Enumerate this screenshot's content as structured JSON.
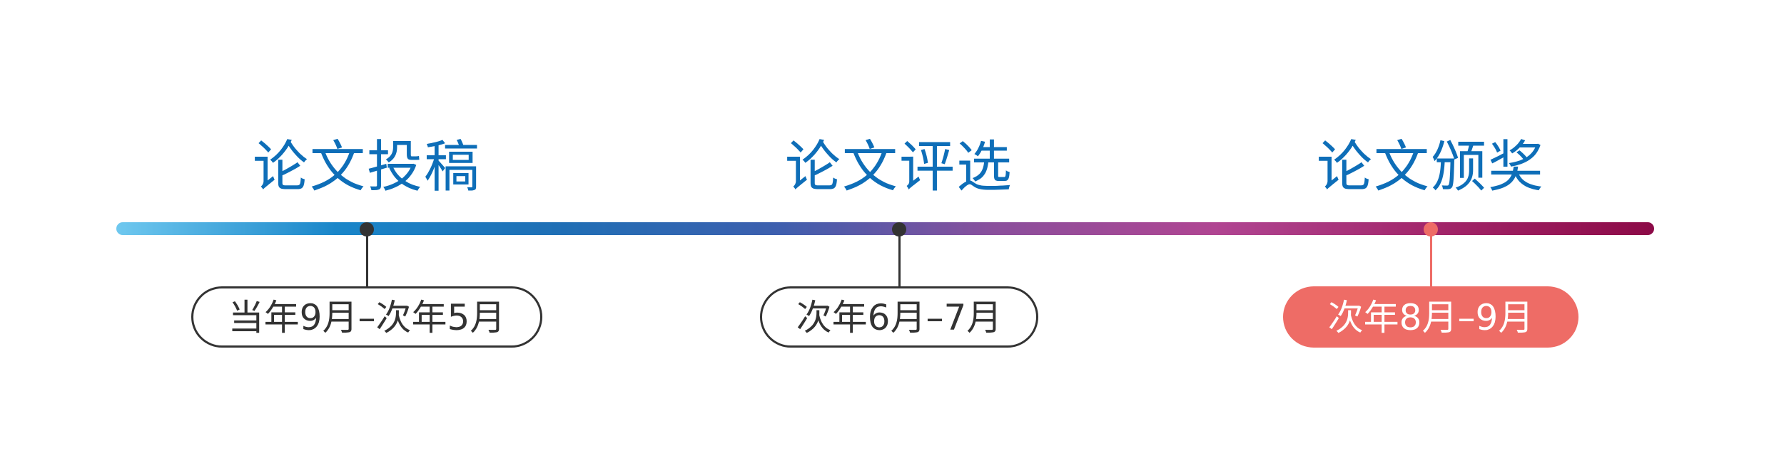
{
  "colors": {
    "title": "#0e6eb8",
    "gradient_stops": [
      "#6fc8ef",
      "#1a86c9",
      "#1f6fb5",
      "#3d5fae",
      "#8a4f9c",
      "#b04592",
      "#a2266a",
      "#8c0a47"
    ],
    "marker_default": "#333333",
    "pill_outline_text": "#333333",
    "highlight": "#ee6c66",
    "highlight_text": "#ffffff"
  },
  "stages": [
    {
      "title": "论文投稿",
      "date": "当年9月–次年5月",
      "highlighted": false
    },
    {
      "title": "论文评选",
      "date": "次年6月–7月",
      "highlighted": false
    },
    {
      "title": "论文颁奖",
      "date": "次年8月–9月",
      "highlighted": true
    }
  ]
}
